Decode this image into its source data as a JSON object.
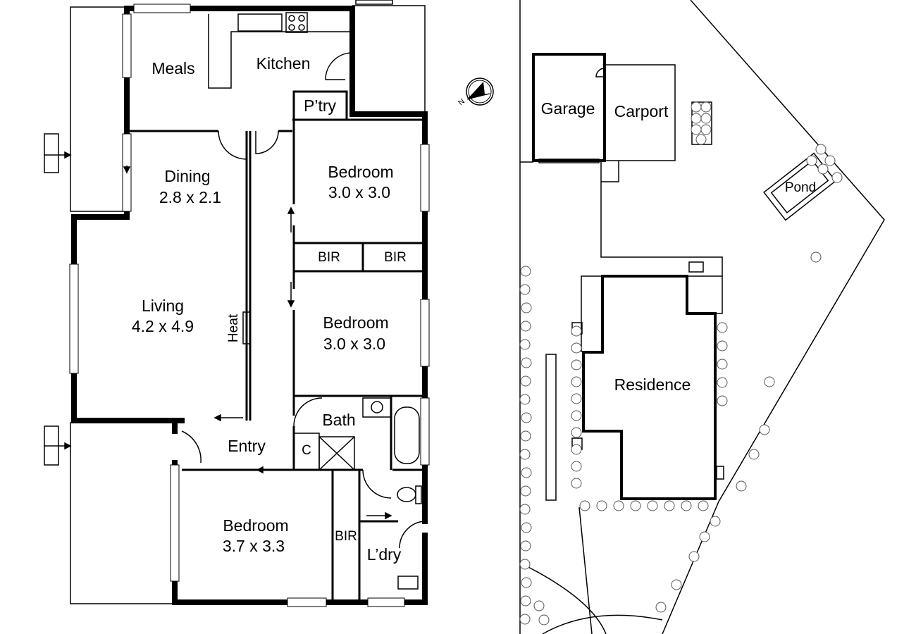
{
  "floor_plan": {
    "rooms": {
      "meals": {
        "name": "Meals"
      },
      "kitchen": {
        "name": "Kitchen"
      },
      "pantry": {
        "name": "P’try"
      },
      "dining": {
        "name": "Dining",
        "size": "2.8 x 2.1"
      },
      "bedroom1": {
        "name": "Bedroom",
        "size": "3.0 x 3.0"
      },
      "bir1": {
        "name": "BIR"
      },
      "bir2": {
        "name": "BIR"
      },
      "bedroom2": {
        "name": "Bedroom",
        "size": "3.0 x 3.0"
      },
      "living": {
        "name": "Living",
        "size": "4.2 x 4.9"
      },
      "heater": {
        "name": "Heat"
      },
      "bath": {
        "name": "Bath"
      },
      "cupboard": {
        "name": "C"
      },
      "entry": {
        "name": "Entry"
      },
      "bedroom3": {
        "name": "Bedroom",
        "size": "3.7 x 3.3"
      },
      "bir3": {
        "name": "BIR"
      },
      "laundry": {
        "name": "L’dry"
      }
    }
  },
  "site_plan": {
    "compass": {
      "label": "N"
    },
    "garage": "Garage",
    "carport": "Carport",
    "pond": "Pond",
    "residence": "Residence"
  }
}
